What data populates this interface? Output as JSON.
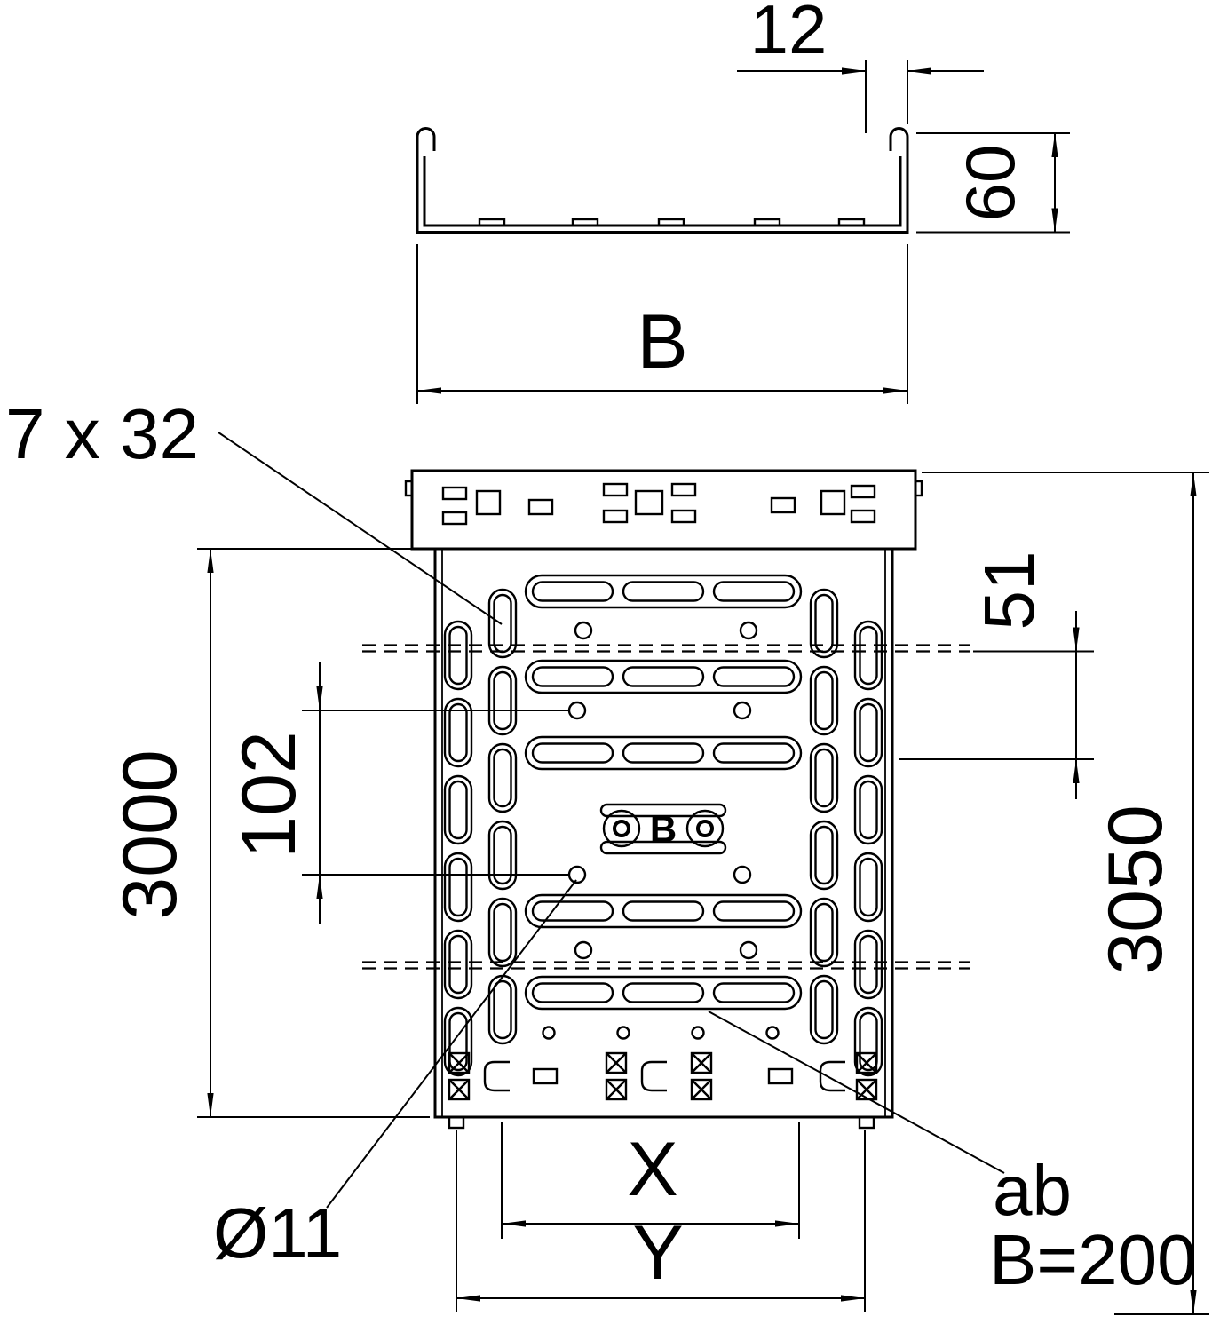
{
  "labels": {
    "flange_width": "12",
    "height": "60",
    "width": "B",
    "slot_size": "7 x 32",
    "length": "3000",
    "hole_spacing": "102",
    "end_offset": "51",
    "overall_length": "3050",
    "dim_x": "X",
    "dim_y": "Y",
    "hole_diameter": "Ø11",
    "note_line1": "ab",
    "note_line2": "B=200",
    "logo_letter": "B"
  },
  "colors": {
    "line": "#000000",
    "background": "#ffffff"
  }
}
